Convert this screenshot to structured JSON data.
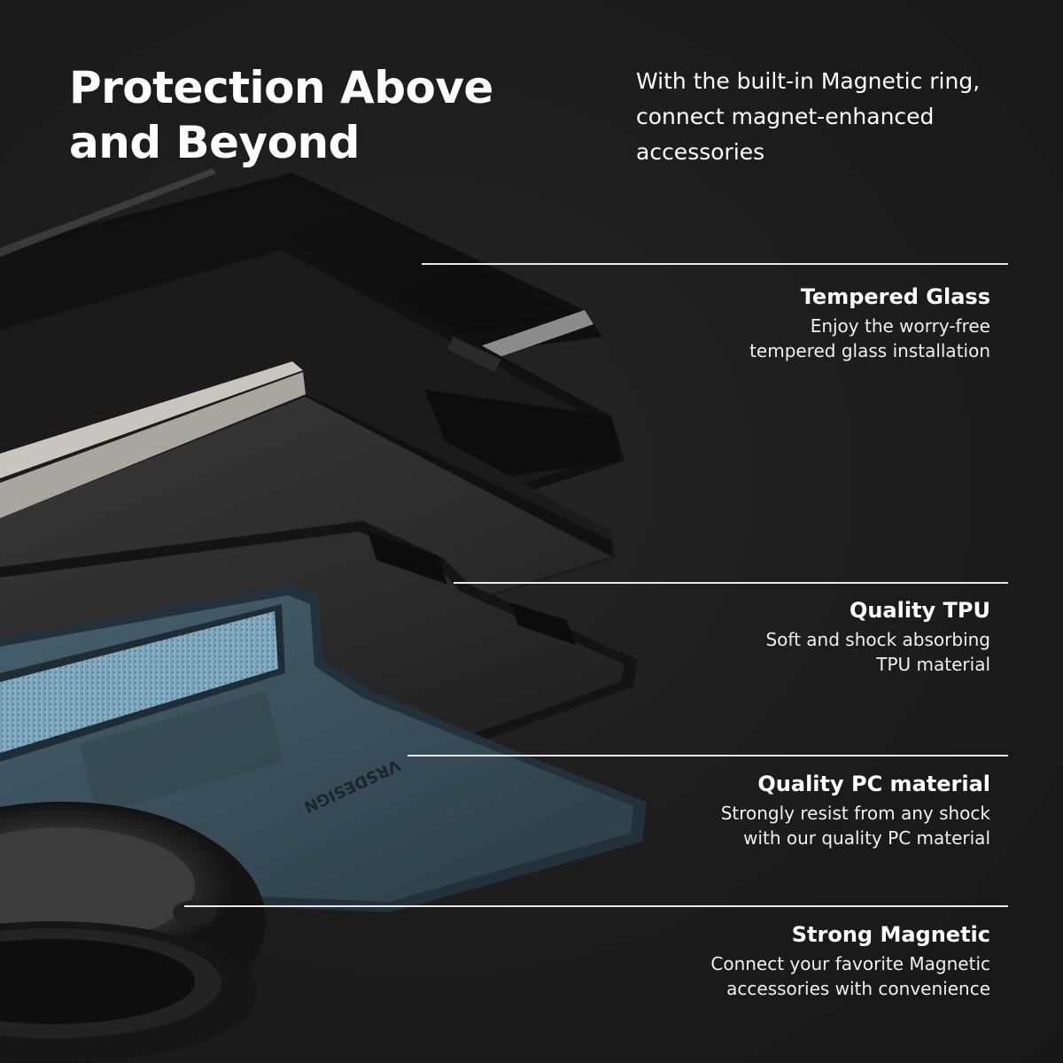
{
  "headline": {
    "line1": "Protection Above",
    "line2": "and Beyond"
  },
  "intro": {
    "line1": "With the built-in Magnetic ring,",
    "line2": "connect magnet-enhanced",
    "line3": "accessories"
  },
  "features": [
    {
      "title": "Tempered Glass",
      "desc_line1": "Enjoy the worry-free",
      "desc_line2": "tempered glass installation"
    },
    {
      "title": "Quality TPU",
      "desc_line1": "Soft and shock absorbing",
      "desc_line2": "TPU material"
    },
    {
      "title": "Quality PC material",
      "desc_line1": "Strongly resist from any shock",
      "desc_line2": "with our quality PC material"
    },
    {
      "title": "Strong Magnetic",
      "desc_line1": "Connect your favorite Magnetic",
      "desc_line2": "accessories with convenience"
    }
  ],
  "illustration": {
    "brand_text": "VRSDESIGN"
  },
  "colors": {
    "background": "#1e1e1e",
    "text": "#ffffff",
    "case_accent": "#3f5866"
  }
}
